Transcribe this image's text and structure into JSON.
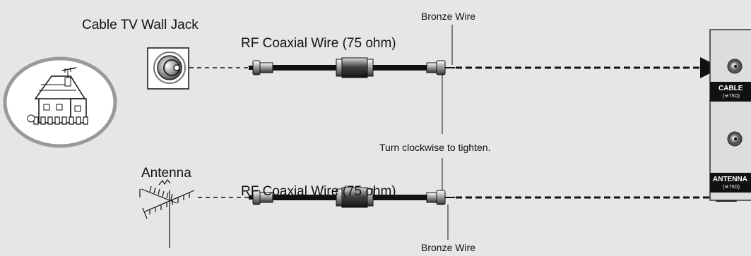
{
  "labels": {
    "wall_jack": "Cable TV Wall Jack",
    "coax_top": "RF Coaxial Wire (75 ohm)",
    "coax_bottom": "RF Coaxial Wire (75 ohm)",
    "bronze_top": "Bronze Wire",
    "bronze_bottom": "Bronze Wire",
    "tighten": "Turn clockwise to tighten.",
    "antenna": "Antenna"
  },
  "panel": {
    "cable_label": "CABLE",
    "cable_sub": "(☣75Ω)",
    "antenna_label": "ANTENNA",
    "antenna_sub": "(☣75Ω)"
  }
}
